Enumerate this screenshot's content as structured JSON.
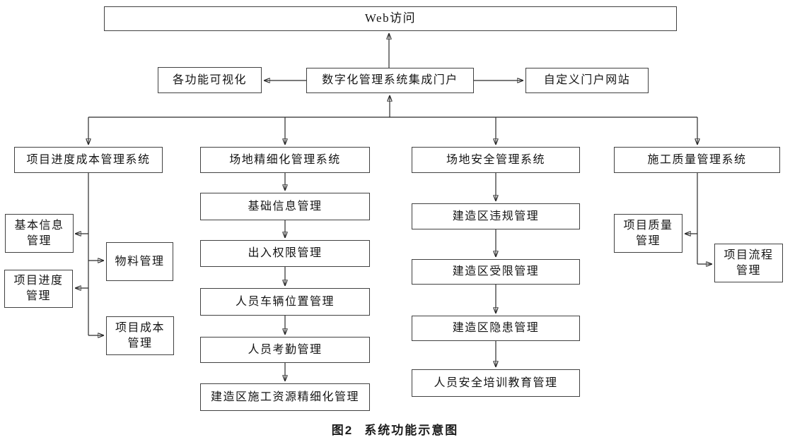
{
  "diagram": {
    "nodes": {
      "web": "Web访问",
      "portal": "数字化管理系统集成门户",
      "visualization": "各功能可视化",
      "custom_portal": "自定义门户网站",
      "sys1": "项目进度成本管理系统",
      "sys1_sub1": "基本信息管理",
      "sys1_sub2": "物料管理",
      "sys1_sub3": "项目进度管理",
      "sys1_sub4": "项目成本管理",
      "sys2": "场地精细化管理系统",
      "sys2_sub1": "基础信息管理",
      "sys2_sub2": "出入权限管理",
      "sys2_sub3": "人员车辆位置管理",
      "sys2_sub4": "人员考勤管理",
      "sys2_sub5": "建造区施工资源精细化管理",
      "sys3": "场地安全管理系统",
      "sys3_sub1": "建造区违规管理",
      "sys3_sub2": "建造区受限管理",
      "sys3_sub3": "建造区隐患管理",
      "sys3_sub4": "人员安全培训教育管理",
      "sys4": "施工质量管理系统",
      "sys4_sub1": "项目质量管理",
      "sys4_sub2": "项目流程管理"
    },
    "caption": {
      "label": "图2",
      "text": "系统功能示意图"
    },
    "colors": {
      "line": "#2b2b2b",
      "box_border": "#414141",
      "text": "#141414",
      "background": "#ffffff"
    }
  }
}
